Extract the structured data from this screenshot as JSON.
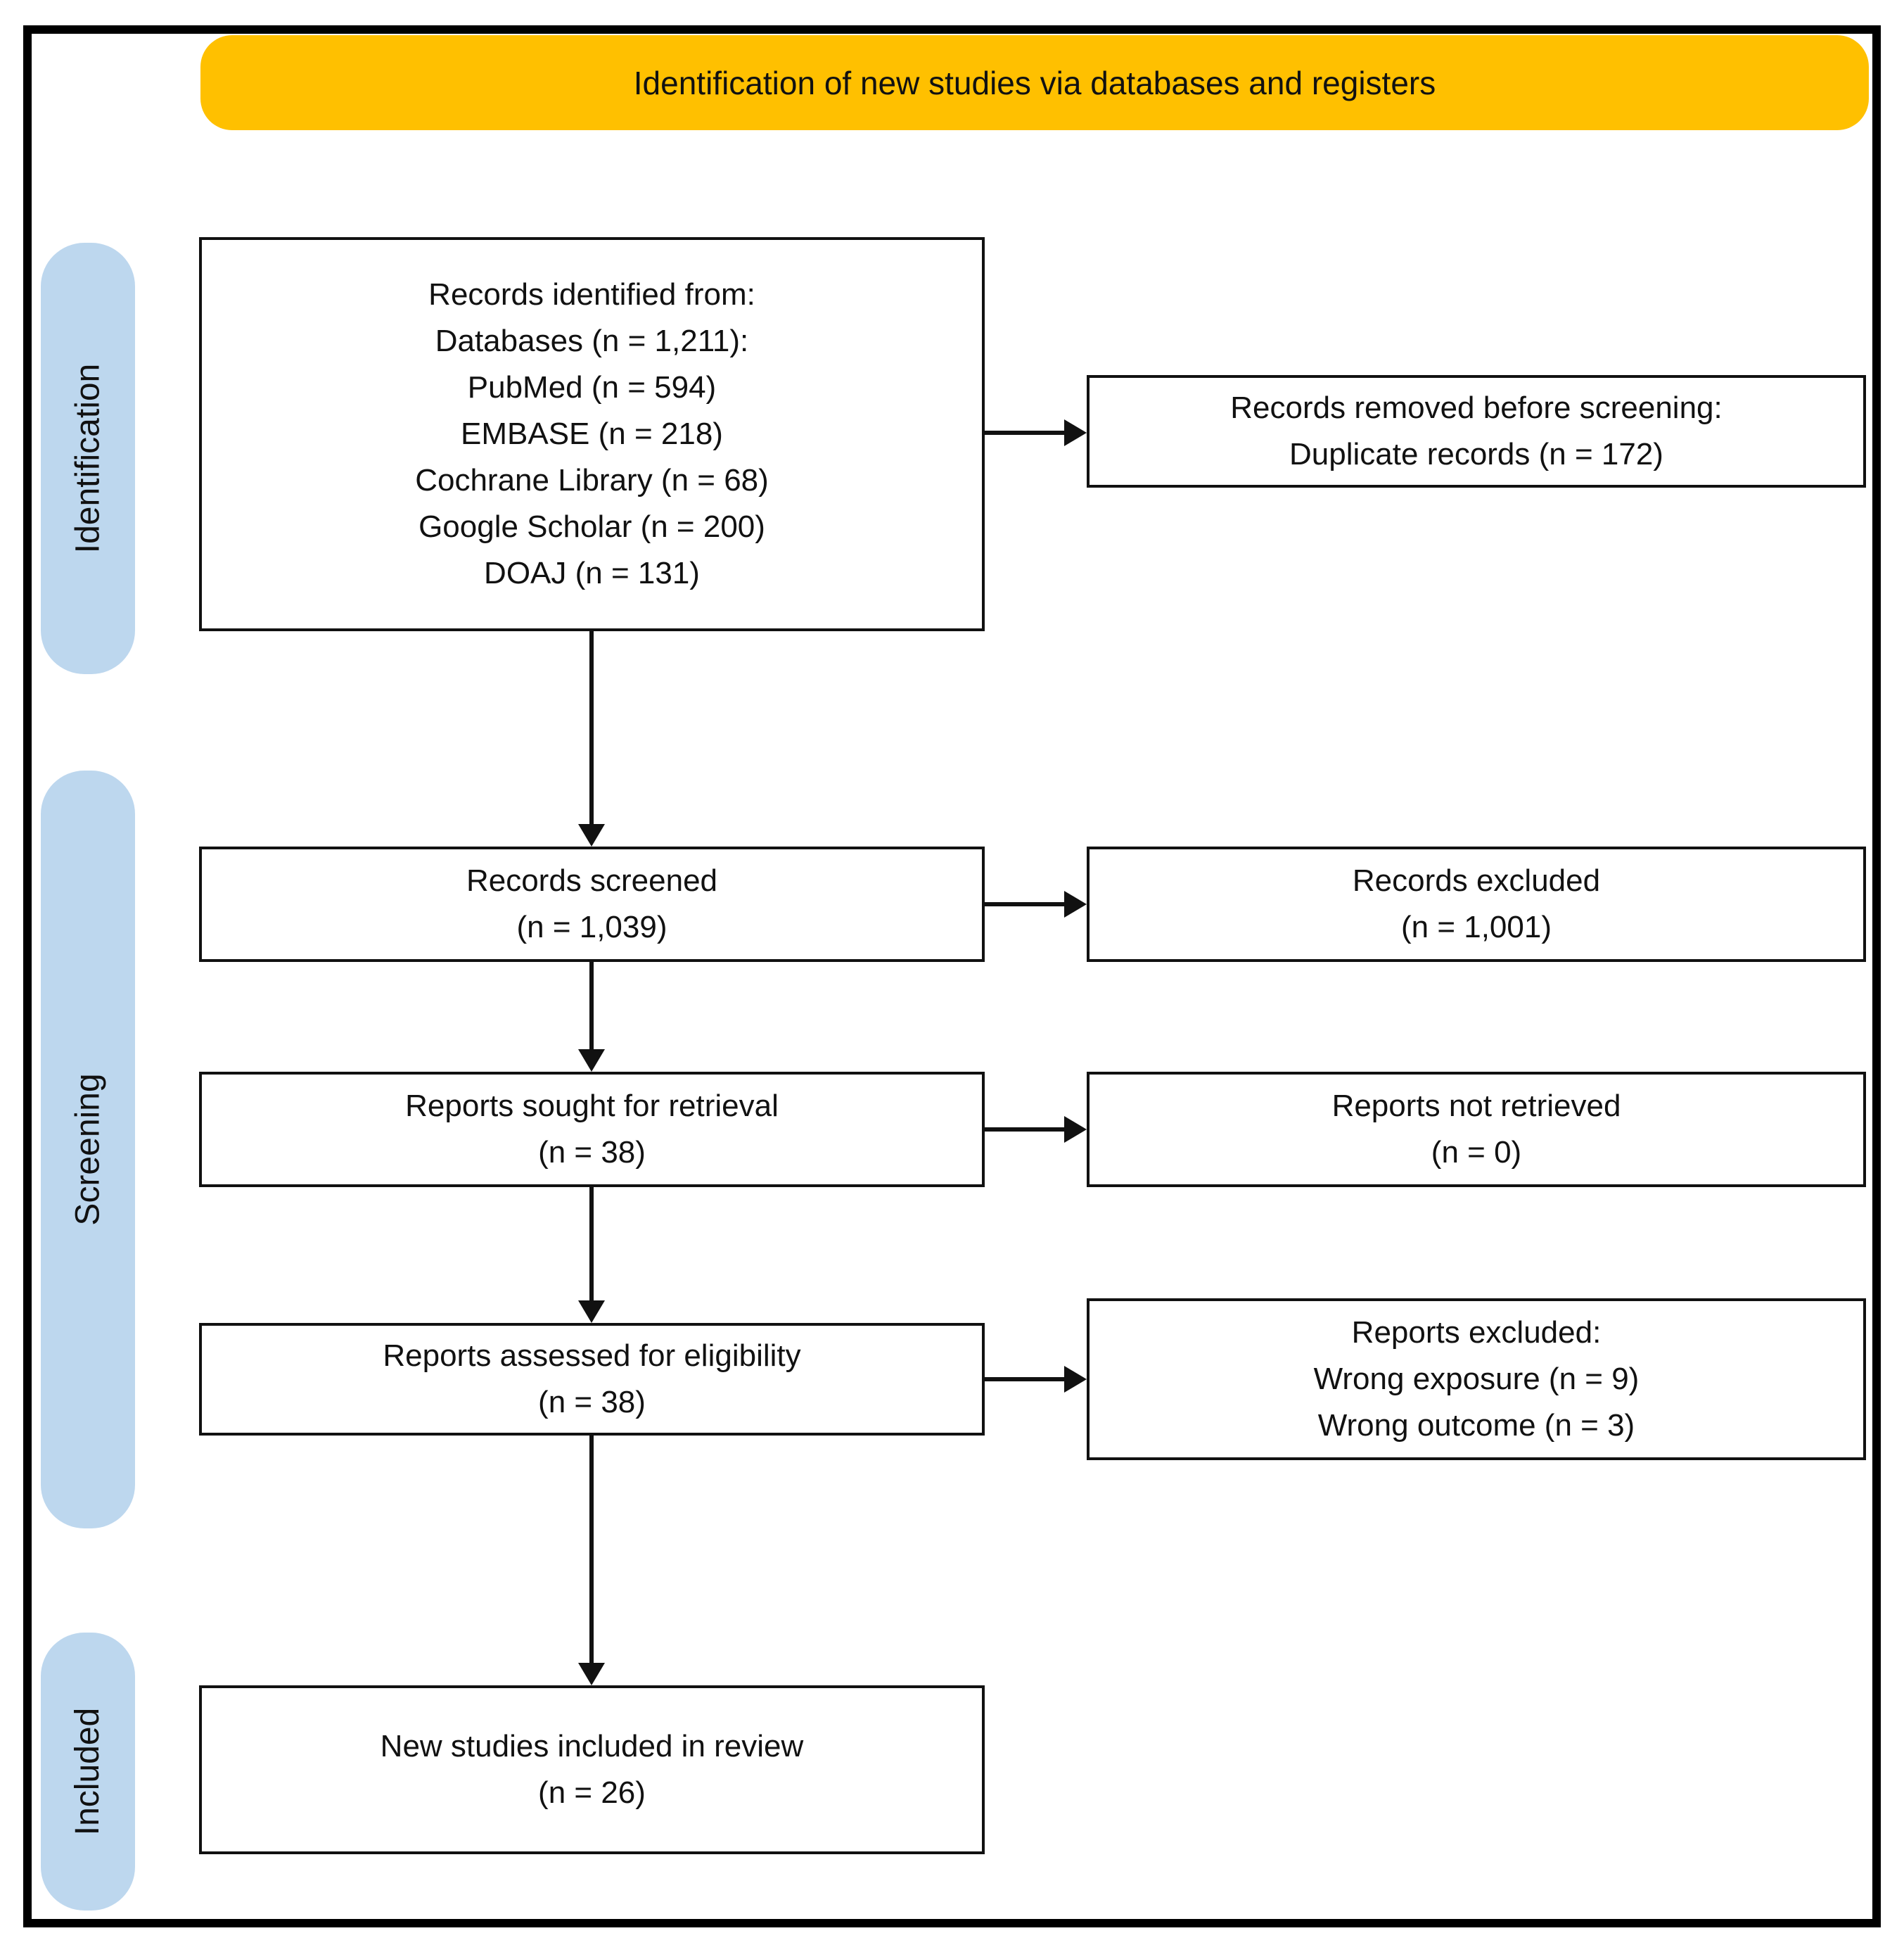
{
  "banner": {
    "title": "Identification of new studies via databases and registers"
  },
  "colors": {
    "banner_bg": "#FFC000",
    "stage_bg": "#BDD7EE",
    "box_border": "#111111",
    "outer_border": "#000000"
  },
  "stages": [
    {
      "label": "Identification"
    },
    {
      "label": "Screening"
    },
    {
      "label": "Included"
    }
  ],
  "boxes": {
    "records_identified": {
      "lines": [
        "Records identified from:",
        "Databases (n = 1,211):",
        "PubMed (n = 594)",
        "EMBASE (n = 218)",
        "Cochrane Library (n = 68)",
        "Google Scholar (n = 200)",
        "DOAJ (n = 131)"
      ]
    },
    "records_removed": {
      "lines": [
        "Records removed before screening:",
        "Duplicate records (n = 172)"
      ]
    },
    "records_screened": {
      "lines": [
        "Records screened",
        "(n = 1,039)"
      ]
    },
    "records_excluded": {
      "lines": [
        "Records excluded",
        "(n = 1,001)"
      ]
    },
    "reports_sought": {
      "lines": [
        "Reports sought for retrieval",
        "(n = 38)"
      ]
    },
    "reports_not_retrieved": {
      "lines": [
        "Reports not retrieved",
        "(n = 0)"
      ]
    },
    "reports_assessed": {
      "lines": [
        "Reports assessed for eligibility",
        "(n = 38)"
      ]
    },
    "reports_excluded": {
      "lines": [
        "Reports excluded:",
        "Wrong exposure (n = 9)",
        "Wrong outcome (n = 3)"
      ]
    },
    "new_studies_included": {
      "lines": [
        "New studies included in review",
        "(n = 26)"
      ]
    }
  }
}
